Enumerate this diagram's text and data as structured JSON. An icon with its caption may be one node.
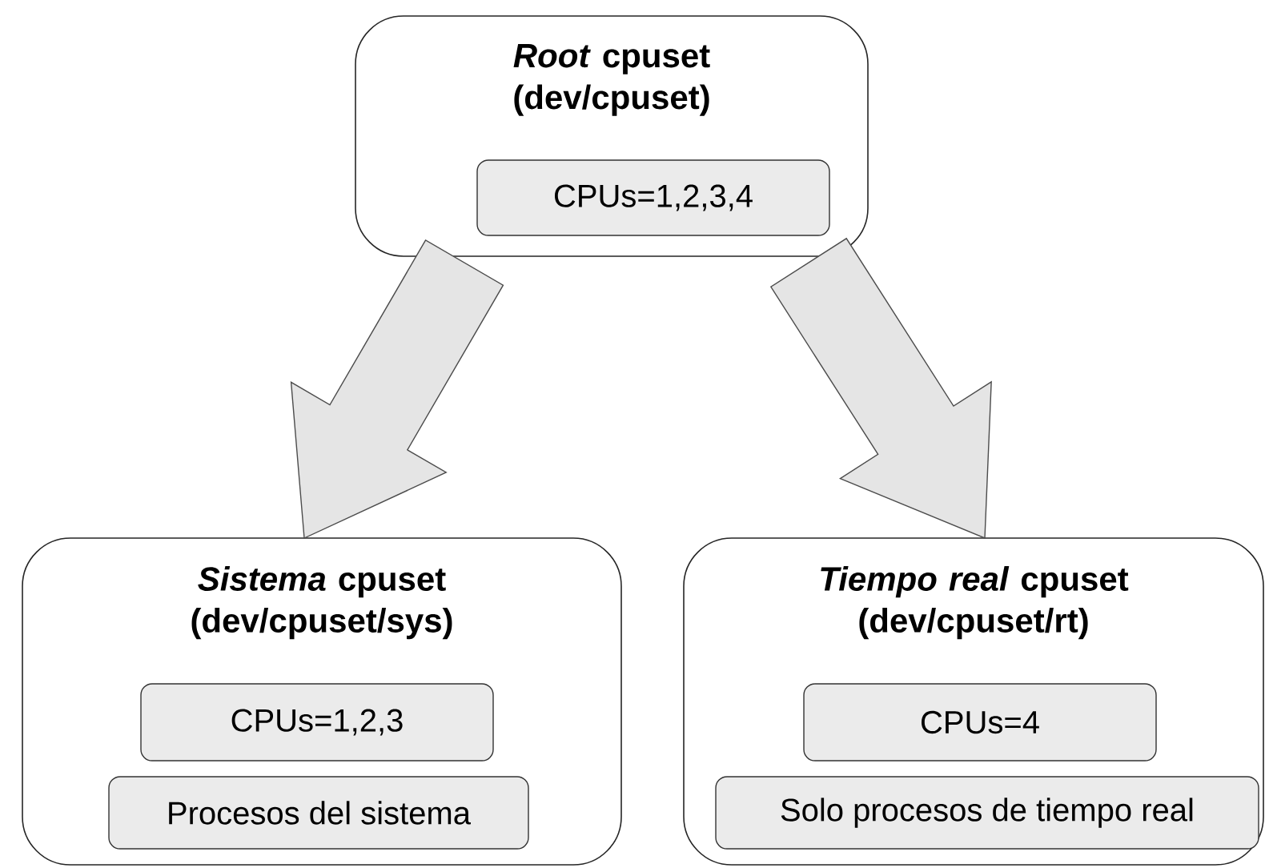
{
  "diagram": {
    "nodes": [
      {
        "text": [
          "*Root* cpuset (dev/cpuset)"
        ]
      },
      {
        "text": [
          "CPUs=1,2,3,4"
        ],
        "in": 0
      },
      {
        "text": [
          "*Sistema* cpuset (dev/cpuset/sys)"
        ]
      },
      {
        "text": [
          "CPUs=1,2,3"
        ],
        "in": 2
      },
      {
        "text": [
          "Procesos del sistema"
        ],
        "in": 2
      },
      {
        "text": [
          "*Tiempo real* cpuset (dev/cpuset/rt)"
        ]
      },
      {
        "text": [
          "CPUs=4"
        ],
        "in": 5
      },
      {
        "text": [
          "Solo procesos de tiempo real"
        ],
        "in": 5
      }
    ],
    "edges": [
      {
        "from": 0,
        "to": 2,
        "arrow": "to"
      },
      {
        "from": 0,
        "to": 5,
        "arrow": "to"
      }
    ]
  }
}
